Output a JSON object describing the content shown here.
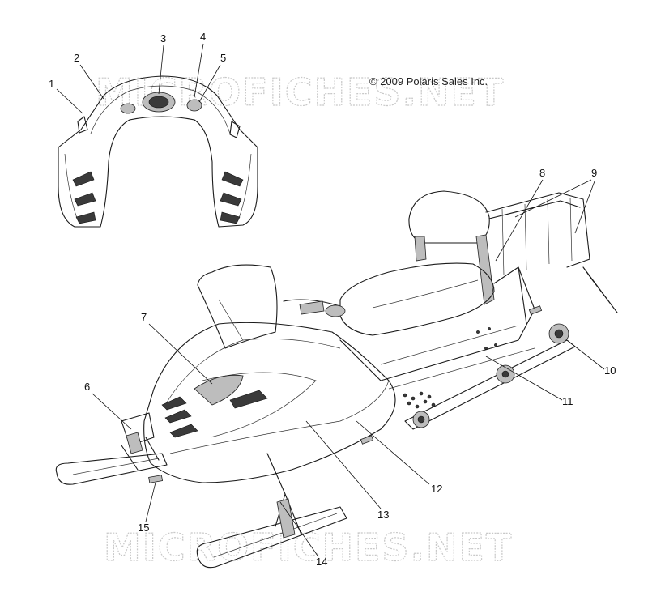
{
  "copyright": "© 2009 Polaris Sales Inc.",
  "watermark": "MICROFICHES.NET",
  "callouts": [
    {
      "num": "1"
    },
    {
      "num": "2"
    },
    {
      "num": "3"
    },
    {
      "num": "4"
    },
    {
      "num": "5"
    },
    {
      "num": "6"
    },
    {
      "num": "7"
    },
    {
      "num": "8"
    },
    {
      "num": "9"
    },
    {
      "num": "10"
    },
    {
      "num": "11"
    },
    {
      "num": "12"
    },
    {
      "num": "13"
    },
    {
      "num": "14"
    },
    {
      "num": "15"
    }
  ]
}
